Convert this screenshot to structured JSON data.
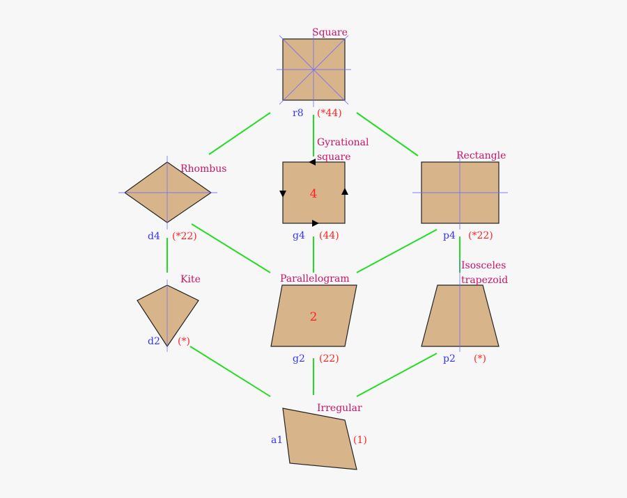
{
  "colors": {
    "fill": "#d8b48a",
    "edge": "#22dd22",
    "name": "#cc1166",
    "code": "#3333ff",
    "orbifold": "#ff2222",
    "axis": "#6a6aff"
  },
  "nodes": {
    "square": {
      "name": "Square",
      "code": "r8",
      "orbifold": "(*44)"
    },
    "rhombus": {
      "name": "Rhombus",
      "code": "d4",
      "orbifold": "(*22)"
    },
    "gyrational": {
      "name_line1": "Gyrational",
      "name_line2": "square",
      "code": "g4",
      "orbifold": "(44)",
      "center": "4"
    },
    "rectangle": {
      "name": "Rectangle",
      "code": "p4",
      "orbifold": "(*22)"
    },
    "kite": {
      "name": "Kite",
      "code": "d2",
      "orbifold": "(*)"
    },
    "parallelogram": {
      "name": "Parallelogram",
      "code": "g2",
      "orbifold": "(22)",
      "center": "2"
    },
    "isosceles": {
      "name_line1": "Isosceles",
      "name_line2": "trapezoid",
      "code": "p2",
      "orbifold": "(*)"
    },
    "irregular": {
      "name": "Irregular",
      "code": "a1",
      "orbifold": "(1)"
    }
  }
}
